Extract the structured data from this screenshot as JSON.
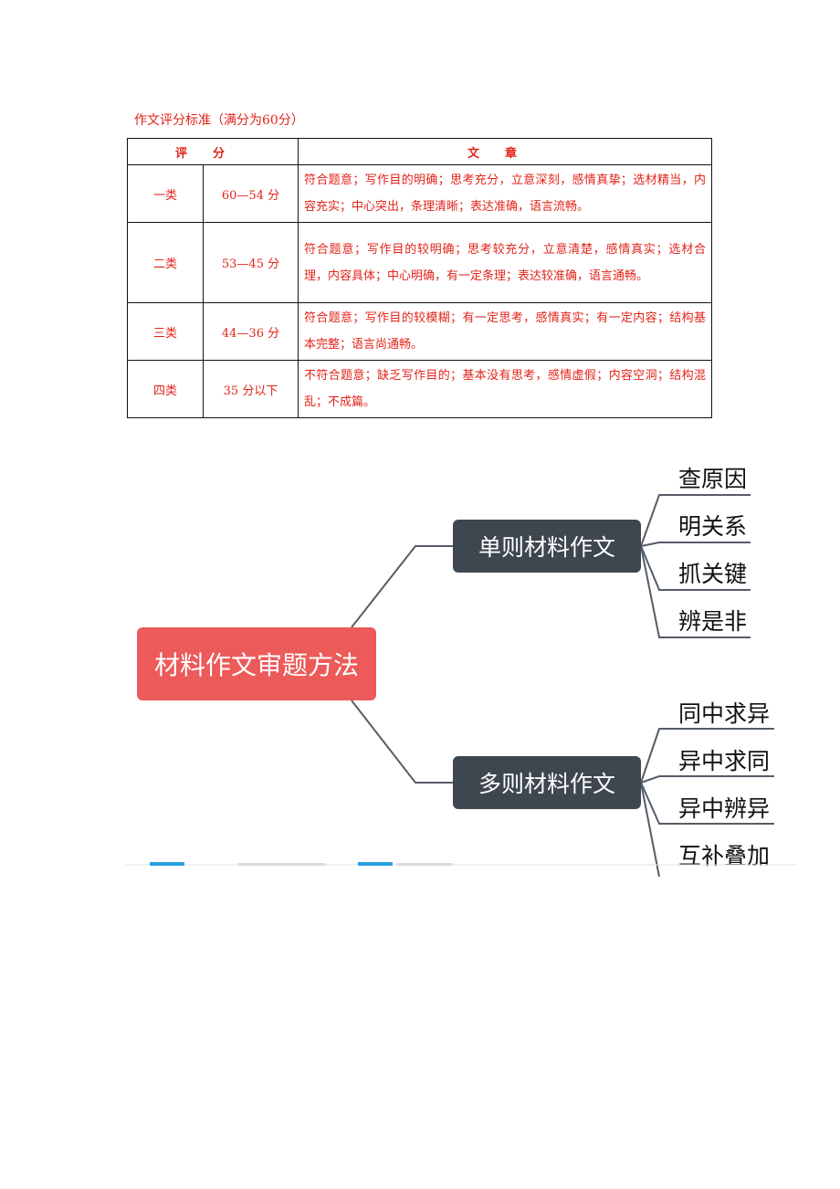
{
  "caption": "作文评分标准（满分为60分）",
  "table": {
    "headers": [
      "评分",
      "文章"
    ],
    "rows": [
      {
        "grade": "一类",
        "range": "60—54 分",
        "desc": "符合题意；写作目的明确；思考充分，立意深刻，感情真挚；选材精当，内容充实；中心突出，条理清晰；表达准确，语言流畅。"
      },
      {
        "grade": "二类",
        "range": "53—45 分",
        "desc": "符合题意；写作目的较明确；思考较充分，立意清楚，感情真实；选材合理，内容具体；中心明确，有一定条理；表达较准确，语言通畅。"
      },
      {
        "grade": "三类",
        "range": "44—36 分",
        "desc": "符合题意；写作目的较模糊；有一定思考，感情真实；有一定内容；结构基本完整；语言尚通畅。"
      },
      {
        "grade": "四类",
        "range": "35 分以下",
        "desc": "不符合题意；缺乏写作目的；基本没有思考，感情虚假；内容空洞；结构混乱；不成篇。"
      }
    ]
  },
  "mindmap": {
    "root": "材料作文审题方法",
    "branches": [
      {
        "label": "单则材料作文",
        "leaves": [
          "查原因",
          "明关系",
          "抓关键",
          "辨是非"
        ]
      },
      {
        "label": "多则材料作文",
        "leaves": [
          "同中求异",
          "异中求同",
          "异中辨异",
          "互补叠加"
        ]
      }
    ],
    "colors": {
      "root": "#ec5a5a",
      "branch": "#3e4750",
      "line": "#555d66",
      "text": "#e2231a"
    }
  }
}
